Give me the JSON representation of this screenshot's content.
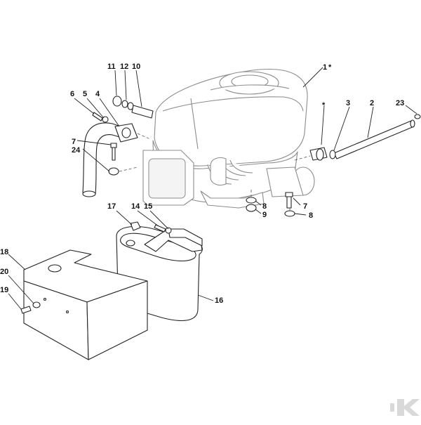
{
  "diagram": {
    "labels": {
      "l1": "1",
      "star1": "*",
      "star2": "*",
      "l2": "2",
      "l3": "3",
      "l4": "4",
      "l5": "5",
      "l6": "6",
      "l7a": "7",
      "l7b": "7",
      "l8a": "8",
      "l8b": "8",
      "l9": "9",
      "l10": "10",
      "l11": "11",
      "l12": "12",
      "l14": "14",
      "l15": "15",
      "l16": "16",
      "l17": "17",
      "l18": "18",
      "l19": "19",
      "l20": "20",
      "l23": "23",
      "l24": "24"
    }
  },
  "colors": {
    "engine_outline": "#8c8c8c",
    "part_outline": "#222222",
    "watermark": "#d9d9d9"
  },
  "icons": {
    "watermark": "brand-logo-icon"
  }
}
